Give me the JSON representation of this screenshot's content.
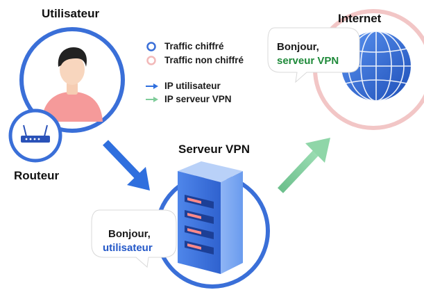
{
  "nodes": {
    "user": "Utilisateur",
    "router": "Routeur",
    "vpn_server": "Serveur VPN",
    "internet": "Internet"
  },
  "legend": {
    "encrypted": "Traffic chiffré",
    "unencrypted": "Traffic non chiffré",
    "user_ip": "IP utilisateur",
    "vpn_ip": "IP serveur VPN"
  },
  "bubbles": {
    "internet_line1": "Bonjour,",
    "internet_line2": "serveur VPN",
    "server_line1": "Bonjour,",
    "server_line2": "utilisateur"
  },
  "colors": {
    "encrypted_ring": "#3a6fd8",
    "unencrypted_ring": "#f2b8b8",
    "user_ip_arrow": "#2f6fde",
    "vpn_ip_arrow": "#7fcc9a",
    "bubble_vpn_text": "#1f8a3a",
    "bubble_user_text": "#2458c8"
  }
}
